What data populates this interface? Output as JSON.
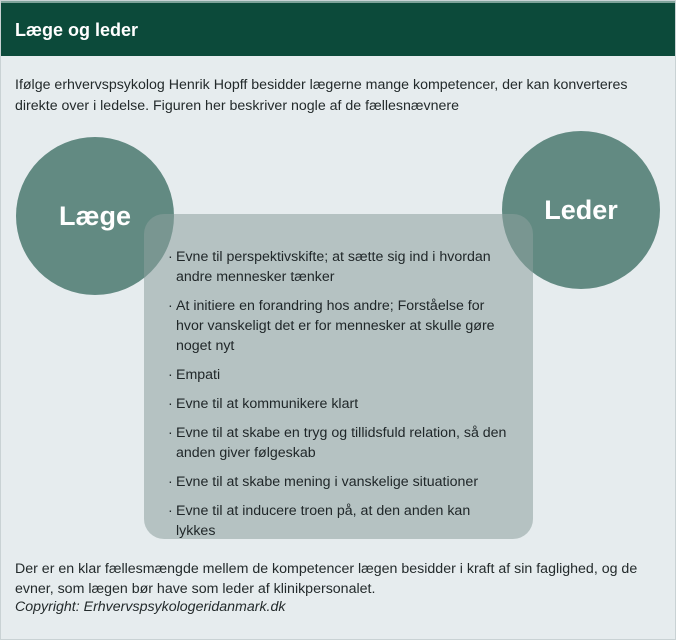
{
  "header": {
    "title": "Læge og leder"
  },
  "intro": "Ifølge erhvervspsykolog Henrik Hopff besidder lægerne mange kompetencer, der kan konverteres direkte over i ledelse. Figuren her beskriver nogle af de fællesnævnere",
  "diagram": {
    "left_circle": "Læge",
    "right_circle": "Leder",
    "items": [
      "Evne til perspektivskifte; at sætte sig ind i hvordan andre mennesker tænker",
      "At initiere en forandring hos andre; Forståelse for hvor vanskeligt det er for mennesker at skulle gøre noget nyt",
      "Empati",
      "Evne til at kommunikere klart",
      "Evne til at skabe en tryg og tillidsfuld relation, så den anden giver følgeskab",
      "Evne til at skabe mening i vanskelige situationer",
      "Evne til at inducere troen på, at den anden kan lykkes"
    ]
  },
  "outro": "Der er en klar fællesmængde mellem de kompetencer lægen besidder i kraft af sin faglighed, og de evner, som lægen bør have som leder af klinikpersonalet.",
  "copyright": "Copyright: Erhvervspsykologeridanmark.dk",
  "colors": {
    "header_bg": "#0c4a3a",
    "circle_fill": "#3c6e64",
    "box_fill": "#8ca09e",
    "background": "#e6ecee"
  }
}
